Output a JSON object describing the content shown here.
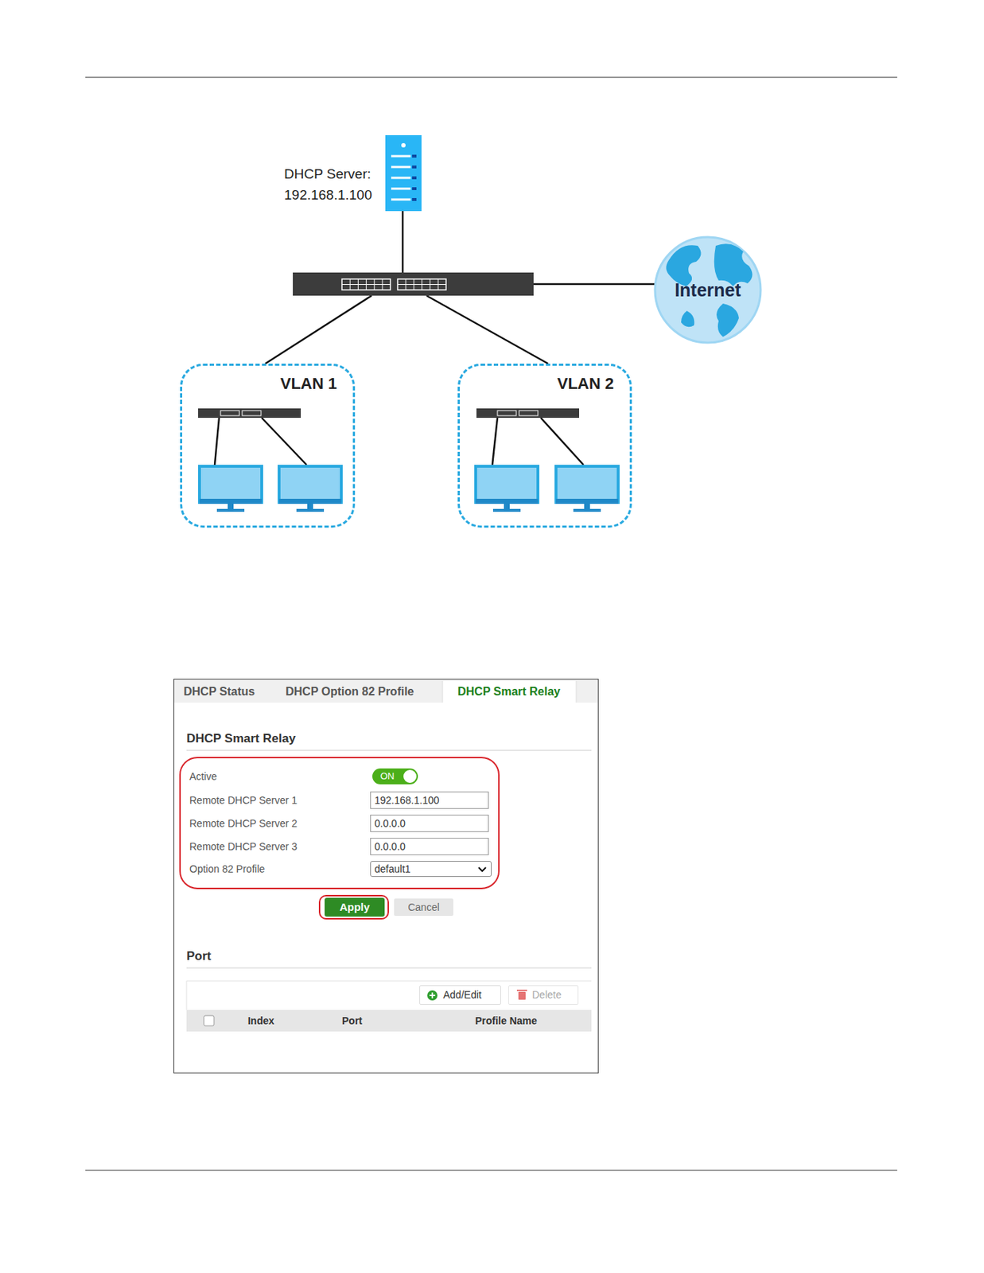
{
  "diagram": {
    "nodes": [
      {
        "text": [
          "DHCP Server: 192.168.1.100"
        ]
      },
      {
        "text": [
          "Internet"
        ]
      },
      {
        "text": [
          "VLAN 1"
        ]
      },
      {
        "text": [
          "VLAN 2"
        ]
      },
      {
        "text": [
          "ON"
        ]
      },
      {
        "text": [
          "192.168.1.100"
        ]
      },
      {
        "text": [
          "0.0.0.0"
        ]
      },
      {
        "text": [
          "0.0.0.0"
        ]
      },
      {
        "text": [
          "default1"
        ]
      },
      {
        "text": [
          "Apply"
        ]
      },
      {
        "text": [
          "Cancel"
        ]
      },
      {
        "text": [
          "Add/Edit"
        ]
      },
      {
        "text": [
          "Delete"
        ]
      }
    ],
    "labels": [
      "DHCP Status",
      "DHCP Option 82 Profile",
      "DHCP Smart Relay",
      "DHCP Smart Relay",
      "Active",
      "Remote DHCP Server 1",
      "Remote DHCP Server 2",
      "Remote DHCP Server 3",
      "Option 82 Profile",
      "Port",
      "Index",
      "Port",
      "Profile Name"
    ]
  }
}
